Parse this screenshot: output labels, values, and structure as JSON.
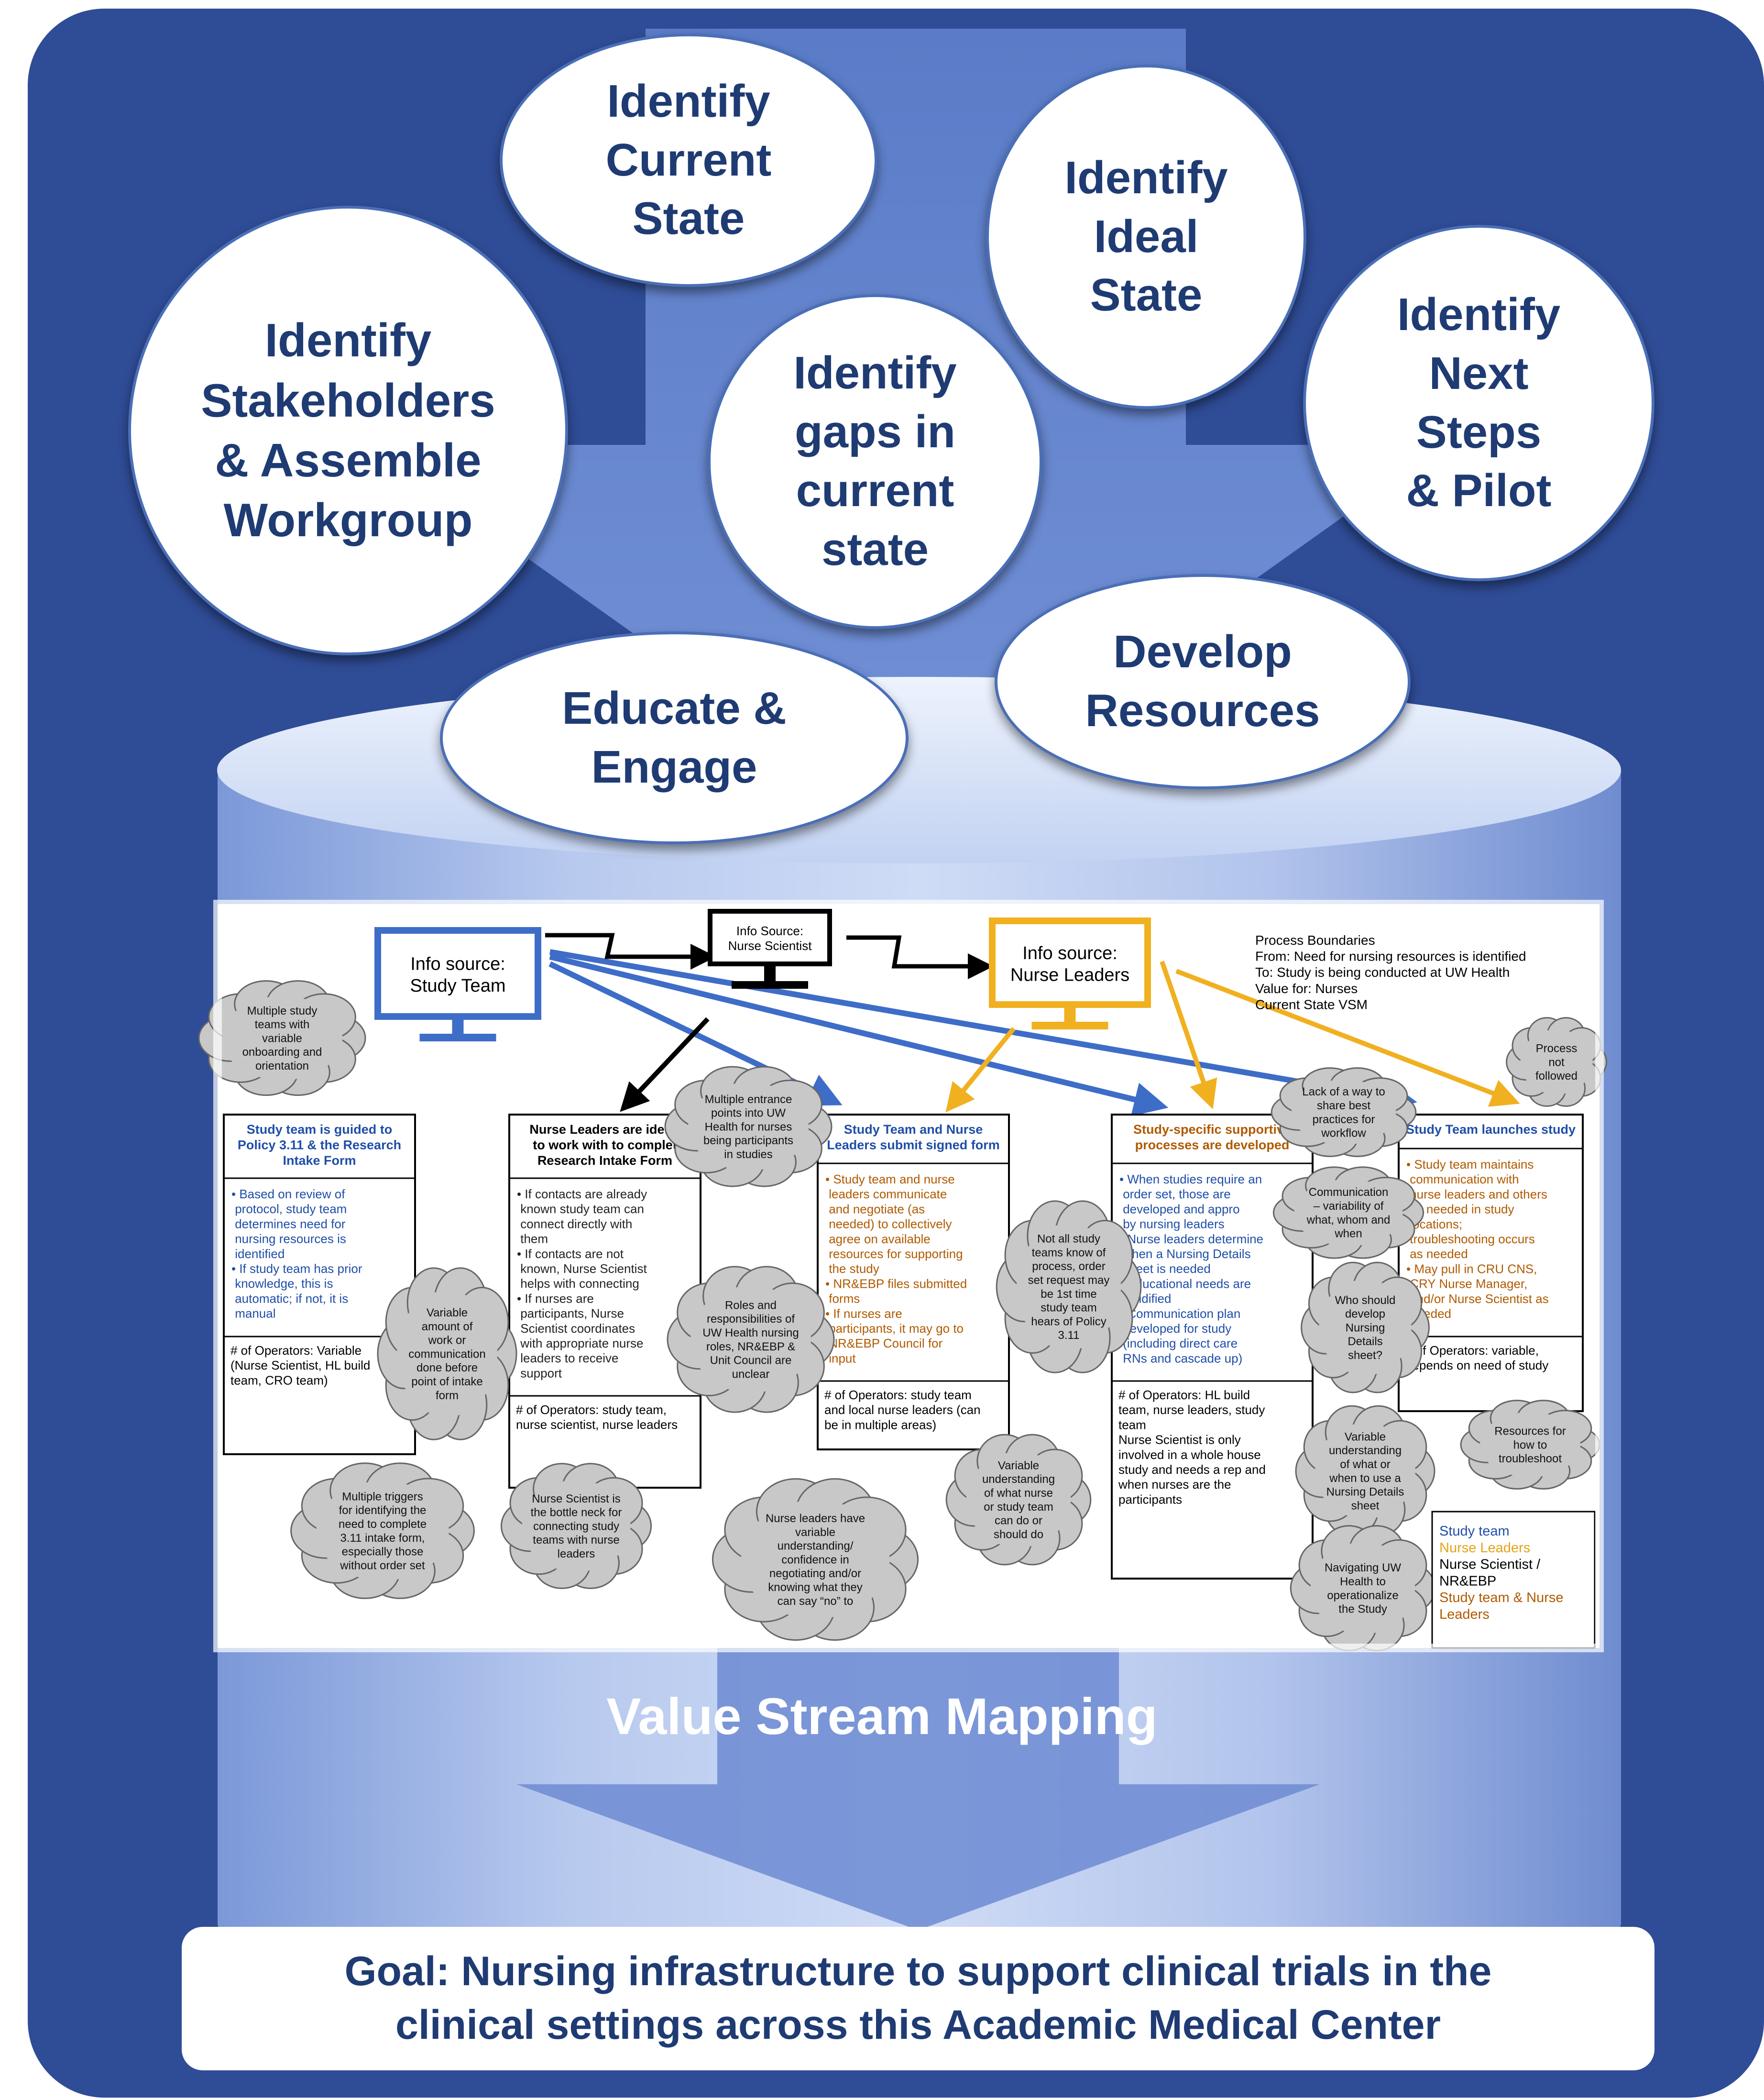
{
  "bubbles": {
    "stakeholders": "Identify\nStakeholders\n& Assemble\nWorkgroup",
    "current_state": "Identify\nCurrent\nState",
    "ideal_state": "Identify\nIdeal\nState",
    "next_steps": "Identify\nNext\nSteps\n& Pilot",
    "gaps": "Identify\ngaps in\ncurrent\nstate",
    "educate": "Educate &\nEngage",
    "develop": "Develop\nResources"
  },
  "cylinder_label": "Value Stream Mapping",
  "goal": "Goal: Nursing infrastructure to support clinical trials in the\nclinical settings across this Academic Medical Center",
  "vsm": {
    "info_sources": {
      "study_team": [
        "Info source:",
        "Study Team"
      ],
      "nurse_scientist": [
        "Info Source:",
        "Nurse Scientist"
      ],
      "nurse_leaders": [
        "Info source:",
        "Nurse Leaders"
      ]
    },
    "boundaries": [
      "Process Boundaries",
      "From: Need for nursing resources is identified",
      "To: Study is being conducted at UW Health",
      "Value for: Nurses",
      "Current State VSM"
    ],
    "process_boxes": [
      {
        "title": [
          "Study team is guided to",
          "Policy 3.11 & the Research",
          "Intake Form"
        ],
        "body": [
          "•  Based on review of",
          "   protocol, study team",
          "   determines need for",
          "   nursing resources is",
          "   identified",
          "•  If study team has prior",
          "   knowledge, this is",
          "   automatic; if not, it is",
          "   manual"
        ],
        "operators": [
          "# of Operators: Variable",
          "(Nurse Scientist, HL build",
          "team, CRO team)"
        ]
      },
      {
        "title": [
          "Nurse Leaders are identi",
          "to work with to complet",
          "Research Intake Form"
        ],
        "body": [
          "•  If contacts are already",
          "   known study team can",
          "   connect directly with",
          "   them",
          "•  If contacts are not",
          "   known, Nurse Scientist",
          "   helps with connecting",
          "•  If nurses are",
          "   participants, Nurse",
          "   Scientist coordinates",
          "   with appropriate nurse",
          "   leaders to receive",
          "   support"
        ],
        "operators": [
          "# of Operators: study team,",
          "nurse scientist, nurse leaders"
        ]
      },
      {
        "title": [
          "Study Team and Nurse",
          "Leaders submit signed form"
        ],
        "body": [
          "•  Study team and nurse",
          "   leaders communicate",
          "   and negotiate (as",
          "   needed) to collectively",
          "   agree on available",
          "   resources for supporting",
          "   the study",
          "•  NR&EBP files submitted",
          "   forms",
          "•  If nurses are",
          "   participants, it may go to",
          "   NR&EBP Council for",
          "   input"
        ],
        "operators": [
          "# of Operators: study team",
          "and local nurse leaders (can",
          "be in multiple areas)"
        ]
      },
      {
        "title": [
          "Study-specific supportive",
          "processes are developed"
        ],
        "body": [
          "•  When studies require an",
          "   order set, those are",
          "   developed and appro",
          "   by nursing leaders",
          "•  Nurse leaders determine",
          "   when a Nursing Details",
          "   sheet is needed",
          "•  Educational needs are",
          "   solidified",
          "•  Communication plan",
          "   developed for study",
          "   (including direct care",
          "   RNs and cascade up)"
        ],
        "operators": [
          "# of Operators: HL build",
          "team, nurse leaders, study",
          "team",
          "",
          "Nurse Scientist is only",
          "involved in a whole house",
          "study and needs a rep and",
          "when nurses are the",
          "participants"
        ]
      },
      {
        "title": [
          "Study Team launches study"
        ],
        "body": [
          "•  Study team maintains",
          "   communication with",
          "   nurse leaders and others",
          "   as needed in study",
          "   locations;",
          "   troubleshooting occurs",
          "   as needed",
          "•  May pull in CRU CNS,",
          "   CRY Nurse Manager,",
          "   and/or Nurse Scientist as",
          "   needed"
        ],
        "operators": [
          "# of Operators: variable,",
          "depends on need of study"
        ]
      }
    ],
    "clouds": [
      [
        "Multiple study",
        "teams with",
        "variable",
        "onboarding and",
        "orientation"
      ],
      [
        "Multiple entrance",
        "points into UW",
        "Health for nurses",
        "being participants",
        "in studies"
      ],
      [
        "Process",
        "not",
        "followed"
      ],
      [
        "Lack of a way to",
        "share best",
        "practices for",
        "workflow"
      ],
      [
        "Communication",
        "– variability of",
        "what, whom and",
        "when"
      ],
      [
        "Not all study",
        "teams know of",
        "process, order",
        "set request may",
        "be 1st time",
        "study team",
        "hears of Policy",
        "3.11"
      ],
      [
        "Variable",
        "amount of",
        "work or",
        "communication",
        "done before",
        "point of intake",
        "form"
      ],
      [
        "Roles and",
        "responsibilities of",
        "UW Health nursing",
        "roles, NR&EBP &",
        "Unit Council are",
        "unclear"
      ],
      [
        "Who should",
        "develop",
        "Nursing",
        "Details",
        "sheet?"
      ],
      [
        "Variable",
        "understanding",
        "of what or",
        "when to use a",
        "Nursing Details",
        "sheet"
      ],
      [
        "Resources for",
        "how to",
        "troubleshoot"
      ],
      [
        "Multiple triggers",
        "for identifying the",
        "need to complete",
        "3.11 intake form,",
        "especially those",
        "without order set"
      ],
      [
        "Nurse Scientist is",
        "the bottle neck for",
        "connecting study",
        "teams with nurse",
        "leaders"
      ],
      [
        "Nurse leaders have",
        "variable",
        "understanding/",
        "confidence in",
        "negotiating and/or",
        "knowing what they",
        "can say “no” to"
      ],
      [
        "Variable",
        "understanding",
        "of what nurse",
        "or study team",
        "can do or",
        "should do"
      ],
      [
        "Navigating UW",
        "Health to",
        "operationalize",
        "the Study"
      ]
    ],
    "legend": [
      "Study team",
      "Nurse Leaders",
      "Nurse Scientist /",
      "NR&EBP",
      "Study team & Nurse",
      "Leaders"
    ]
  }
}
